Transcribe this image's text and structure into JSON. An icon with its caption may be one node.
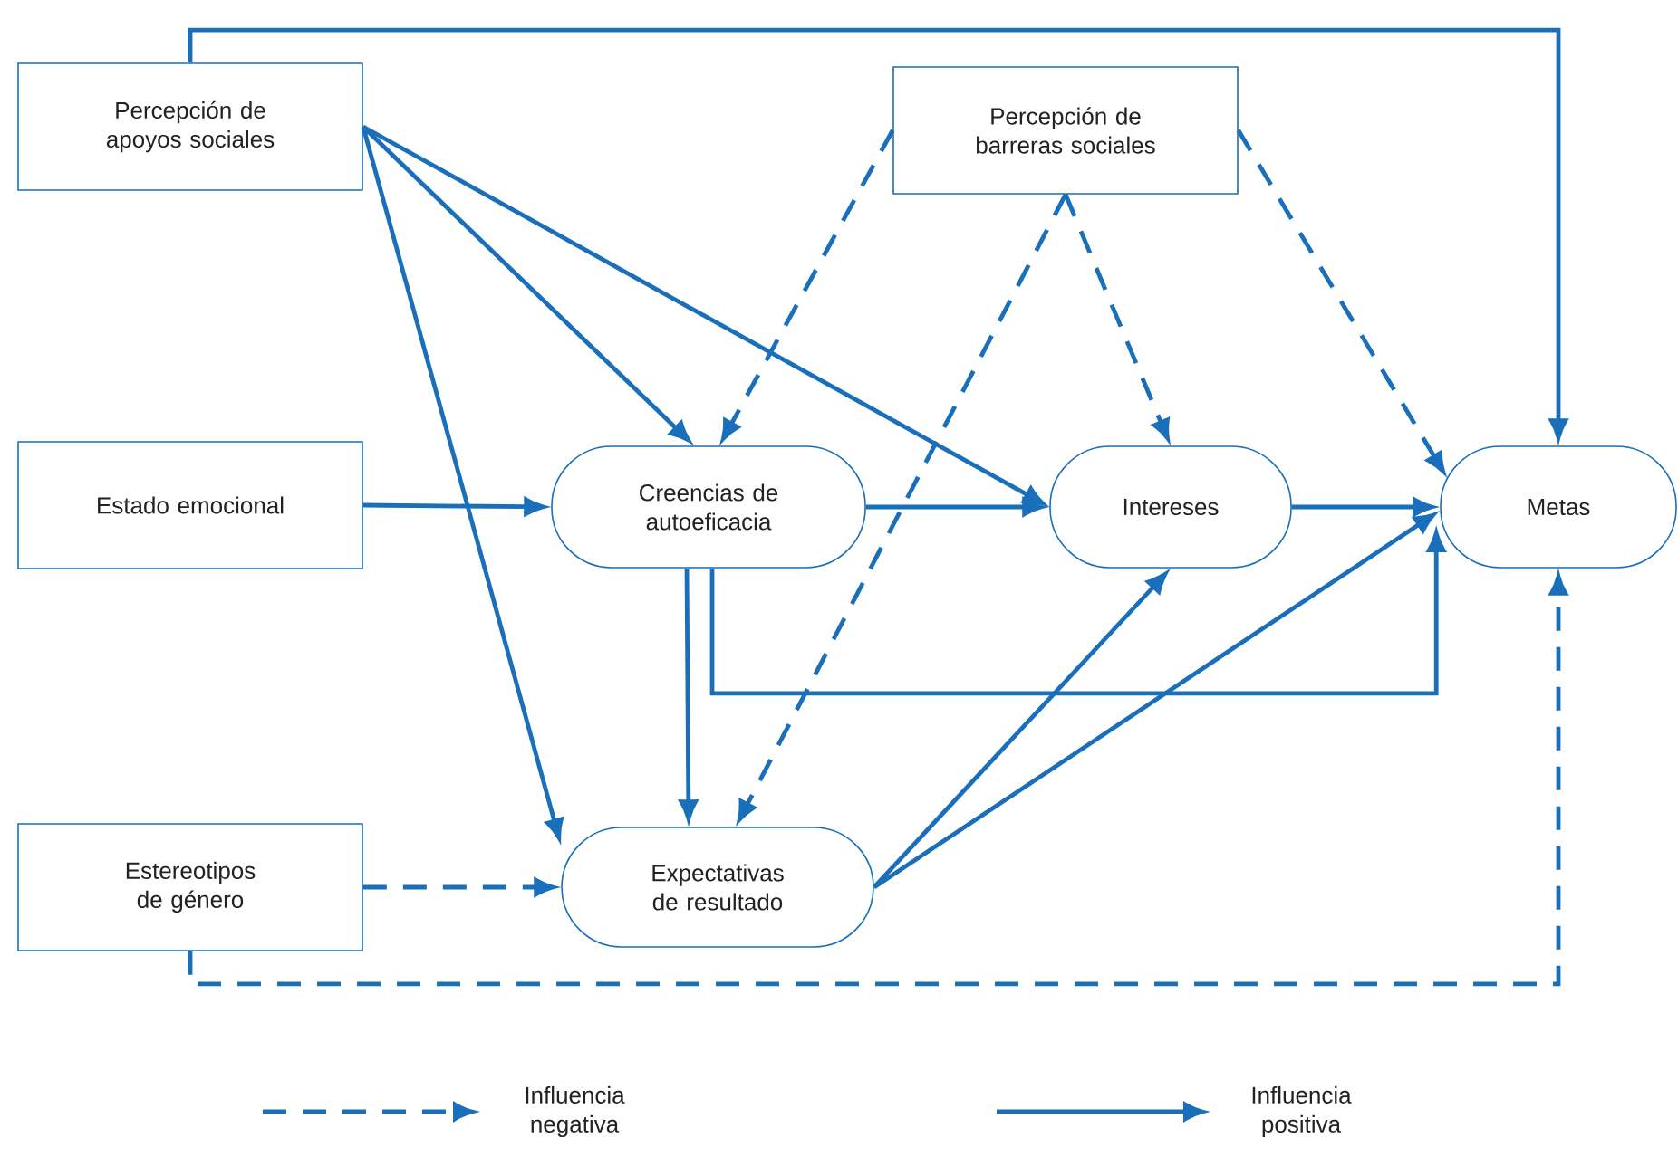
{
  "diagram": {
    "nodes": [
      {
        "text": [
          "Percepción de apoyos sociales"
        ]
      },
      {
        "text": [
          "Percepción de barreras sociales"
        ]
      },
      {
        "text": [
          "Estado emocional"
        ]
      },
      {
        "text": [
          "Creencias de autoeficacia"
        ]
      },
      {
        "text": [
          "Intereses"
        ]
      },
      {
        "text": [
          "Metas"
        ]
      },
      {
        "text": [
          "Estereotipos de género"
        ]
      },
      {
        "text": [
          "Expectativas de resultado"
        ]
      }
    ],
    "edges": [
      {
        "from": 0,
        "to": 5,
        "arrow": "to"
      },
      {
        "from": 0,
        "to": 3,
        "arrow": "to"
      },
      {
        "from": 0,
        "to": 4,
        "arrow": "to"
      },
      {
        "from": 0,
        "to": 7,
        "arrow": "to"
      },
      {
        "from": 1,
        "to": 3,
        "arrow": "to",
        "style": "dashed"
      },
      {
        "from": 1,
        "to": 7,
        "arrow": "to",
        "style": "dashed"
      },
      {
        "from": 1,
        "to": 4,
        "arrow": "to",
        "style": "dashed"
      },
      {
        "from": 1,
        "to": 5,
        "arrow": "to",
        "style": "dashed"
      },
      {
        "from": 2,
        "to": 3,
        "arrow": "to"
      },
      {
        "from": 3,
        "to": 4,
        "arrow": "to"
      },
      {
        "from": 4,
        "to": 5,
        "arrow": "to"
      },
      {
        "from": 3,
        "to": 7,
        "arrow": "to"
      },
      {
        "from": 3,
        "to": 5,
        "arrow": "to"
      },
      {
        "from": 7,
        "to": 4,
        "arrow": "to"
      },
      {
        "from": 7,
        "to": 5,
        "arrow": "to"
      },
      {
        "from": 6,
        "to": 7,
        "arrow": "to",
        "style": "dashed"
      },
      {
        "from": 6,
        "to": 5,
        "arrow": "to",
        "style": "dashed"
      }
    ],
    "legend": [
      {
        "text": "Influencia negativa"
      },
      {
        "text": "Influencia positiva"
      }
    ]
  }
}
